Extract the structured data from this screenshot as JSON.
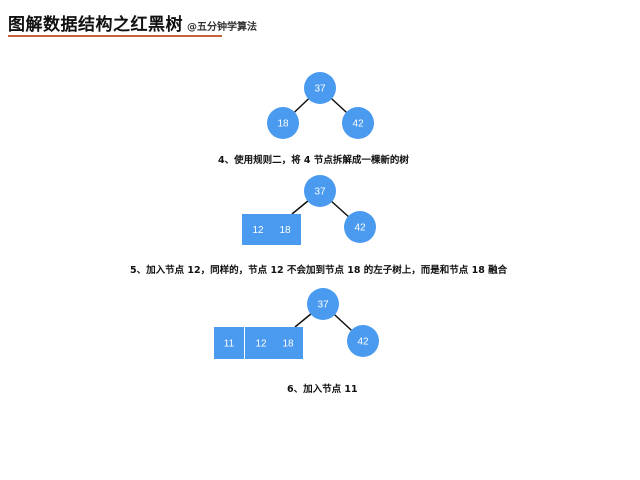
{
  "header": {
    "title": "图解数据结构之红黑树",
    "credit": "@五分钟学算法",
    "accent_color": "#c8623a"
  },
  "diagram": {
    "node_color": "#4a9af0",
    "edge_color": "#111111",
    "steps": [
      {
        "caption": "4、使用规则二，将 4 节点拆解成一棵新的树",
        "root": "37",
        "left_box": [],
        "left_child": "18",
        "right_child": "42"
      },
      {
        "caption": "5、加入节点 12，同样的，节点 12 不会加到节点 18 的左子树上，而是和节点 18 融合",
        "root": "37",
        "left_box": [
          "12",
          "18"
        ],
        "right_child": "42"
      },
      {
        "caption": "6、加入节点 11",
        "root": "37",
        "left_box_outer": "11",
        "left_box": [
          "12",
          "18"
        ],
        "right_child": "42"
      }
    ]
  }
}
